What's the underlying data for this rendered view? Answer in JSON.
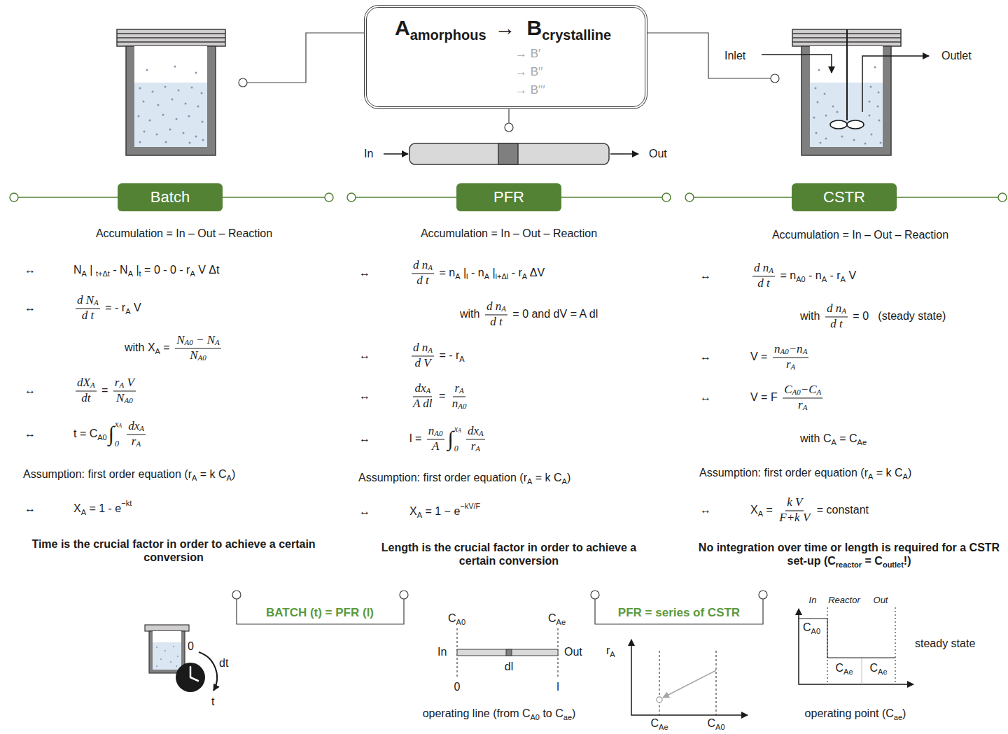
{
  "diagram": {
    "nodes": [
      {
        "text": [
          "A",
          "amorphous",
          "→",
          "B",
          "crystalline",
          "→ B′",
          "→ B′′",
          "→ B′′′"
        ]
      },
      {
        "text": [
          "Batch"
        ]
      },
      {
        "text": [
          "PFR"
        ]
      },
      {
        "text": [
          "CSTR"
        ]
      }
    ],
    "labels": [
      "Inlet",
      "Outlet",
      "In",
      "Out",
      "Accumulation = In – Out – Reaction",
      "↔",
      "N",
      "A",
      " | ",
      "t+Δt",
      " - N",
      "A",
      " |",
      "t",
      " = 0 - 0 - r",
      "A",
      " V Δt",
      "↔",
      "d N",
      "A",
      "d t",
      " = - r",
      "A",
      " V",
      "with X",
      "A",
      " = ",
      "N",
      "A0",
      " − N",
      "A",
      "N",
      "A0",
      "↔",
      "dX",
      "A",
      "dt",
      " = ",
      "r",
      "A",
      " V",
      "N",
      "A0",
      "↔",
      "t = C",
      "A0",
      "∫",
      "x",
      "A",
      "0",
      "dx",
      "A",
      "r",
      "A",
      "Assumption: first order equation (r",
      "A",
      " = k C",
      "A",
      ")",
      "↔",
      "X",
      "A",
      " = 1 - e",
      "−kt",
      "Time is the crucial factor in order to achieve a certain conversion",
      "Accumulation = In – Out – Reaction",
      "↔",
      "d n",
      "A",
      "d t",
      " = n",
      "A",
      " |",
      "l",
      " - n",
      "A",
      " |",
      "l+Δl",
      " - r",
      "A",
      " ΔV",
      "with ",
      "d n",
      "A",
      "d t",
      " = 0 and dV = A dl",
      "↔",
      "d n",
      "A",
      "d V",
      " = - r",
      "A",
      "↔",
      "dx",
      "A",
      "A dl",
      " = ",
      "r",
      "A",
      "n",
      "A0",
      "↔",
      "l = ",
      "n",
      "A0",
      "A",
      "∫",
      "x",
      "A",
      "0",
      "dx",
      "A",
      "r",
      "A",
      "Assumption: first order equation (r",
      "A",
      " = k C",
      "A",
      ")",
      "↔",
      "X",
      "A",
      " = 1 − e",
      "−kV/F",
      "Length is the crucial factor in order to achieve a certain conversion",
      "Accumulation = In – Out – Reaction",
      "↔",
      "d n",
      "A",
      "d t",
      " = n",
      "A0",
      " - n",
      "A",
      " - r",
      "A",
      " V",
      "with ",
      "d n",
      "A",
      "d t",
      " = 0   (steady state)",
      "↔",
      "V = ",
      "n",
      "A0",
      "−n",
      "A",
      "r",
      "A",
      "↔",
      "V = F ",
      "C",
      "A0",
      "−C",
      "A",
      "r",
      "A",
      "with C",
      "A",
      " = C",
      "Ae",
      "Assumption: first order equation (r",
      "A",
      " = k C",
      "A",
      ")",
      "↔",
      "X",
      "A",
      " = ",
      "k V",
      "F+k V",
      " = constant",
      "No integration over time or length is required for a CSTR set-up (C",
      "reactor",
      " = C",
      "outlet",
      "!)",
      "0",
      "dt",
      "t",
      "BATCH (t) = PFR (l)",
      "C",
      "A0",
      "C",
      "Ae",
      "In",
      "Out",
      "dl",
      "0",
      "l",
      "operating line (from C",
      "A0",
      " to C",
      "ae",
      ")",
      "PFR = series of CSTR",
      "r",
      "A",
      "C",
      "Ae",
      "C",
      "A0",
      "In",
      "Reactor",
      "Out",
      "C",
      "A0",
      "C",
      "Ae",
      "C",
      "Ae",
      "steady state",
      "operating point (C",
      "ae",
      ")"
    ]
  }
}
